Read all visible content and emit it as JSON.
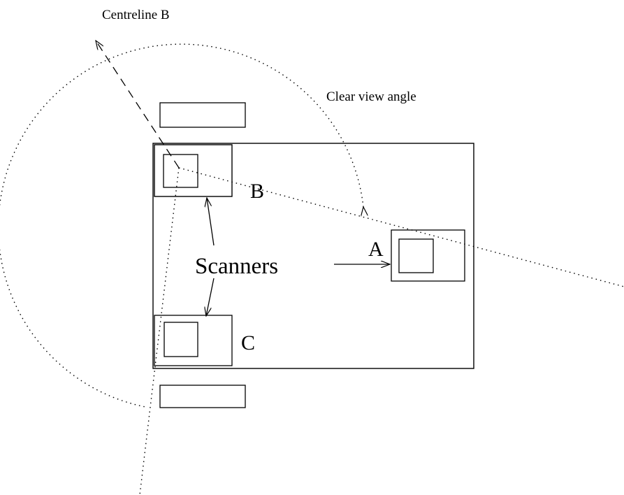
{
  "diagram": {
    "labels": {
      "centreline": "Centreline B",
      "clear_view": "Clear view angle",
      "scanners": "Scanners",
      "scanner_a": "A",
      "scanner_b": "B",
      "scanner_c": "C"
    },
    "colors": {
      "ink": "#000000",
      "background": "#ffffff"
    }
  }
}
